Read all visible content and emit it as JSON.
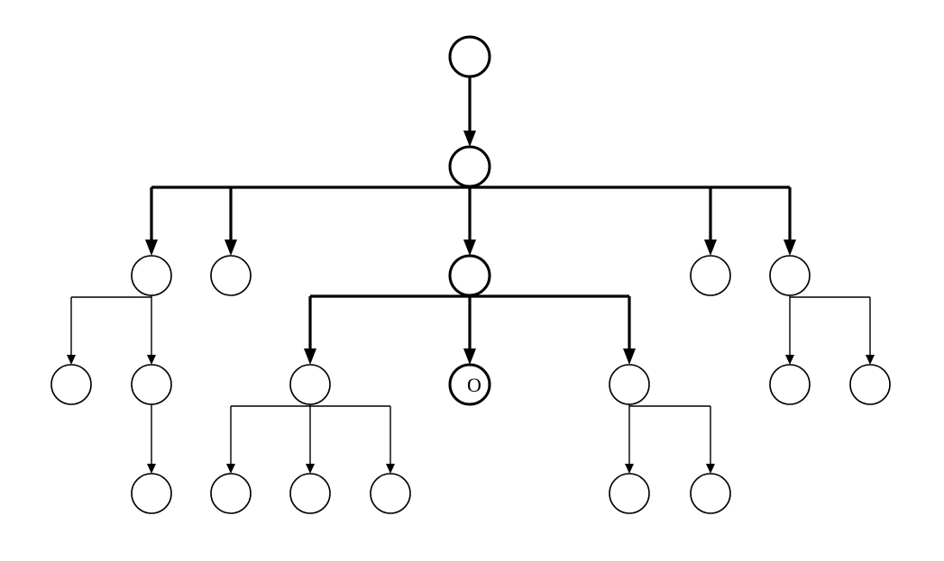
{
  "diagram": {
    "type": "tree",
    "colors": {
      "stroke": "#000000",
      "fill": "#ffffff"
    },
    "nodes": [
      {
        "id": "root",
        "label": "",
        "emphasis": true
      },
      {
        "id": "n1",
        "label": "",
        "emphasis": true
      },
      {
        "id": "a",
        "label": "",
        "emphasis": false
      },
      {
        "id": "b",
        "label": "",
        "emphasis": false
      },
      {
        "id": "c",
        "label": "",
        "emphasis": true
      },
      {
        "id": "d",
        "label": "",
        "emphasis": false
      },
      {
        "id": "e",
        "label": "",
        "emphasis": false
      },
      {
        "id": "a1",
        "label": "",
        "emphasis": false
      },
      {
        "id": "a2",
        "label": "",
        "emphasis": false
      },
      {
        "id": "c1",
        "label": "",
        "emphasis": false
      },
      {
        "id": "c2",
        "label": "O",
        "emphasis": true
      },
      {
        "id": "c3",
        "label": "",
        "emphasis": false
      },
      {
        "id": "e1",
        "label": "",
        "emphasis": false
      },
      {
        "id": "e2",
        "label": "",
        "emphasis": false
      },
      {
        "id": "a2x",
        "label": "",
        "emphasis": false
      },
      {
        "id": "c1a",
        "label": "",
        "emphasis": false
      },
      {
        "id": "c1b",
        "label": "",
        "emphasis": false
      },
      {
        "id": "c1c",
        "label": "",
        "emphasis": false
      },
      {
        "id": "c3a",
        "label": "",
        "emphasis": false
      },
      {
        "id": "c3b",
        "label": "",
        "emphasis": false
      }
    ],
    "edges": [
      {
        "from": "root",
        "to": "n1",
        "emphasis": true
      },
      {
        "from": "n1",
        "to": "a",
        "emphasis": true
      },
      {
        "from": "n1",
        "to": "b",
        "emphasis": true
      },
      {
        "from": "n1",
        "to": "c",
        "emphasis": true
      },
      {
        "from": "n1",
        "to": "d",
        "emphasis": true
      },
      {
        "from": "n1",
        "to": "e",
        "emphasis": true
      },
      {
        "from": "a",
        "to": "a1",
        "emphasis": false
      },
      {
        "from": "a",
        "to": "a2",
        "emphasis": false
      },
      {
        "from": "c",
        "to": "c1",
        "emphasis": true
      },
      {
        "from": "c",
        "to": "c2",
        "emphasis": true
      },
      {
        "from": "c",
        "to": "c3",
        "emphasis": true
      },
      {
        "from": "e",
        "to": "e1",
        "emphasis": false
      },
      {
        "from": "e",
        "to": "e2",
        "emphasis": false
      },
      {
        "from": "a2",
        "to": "a2x",
        "emphasis": false
      },
      {
        "from": "c1",
        "to": "c1a",
        "emphasis": false
      },
      {
        "from": "c1",
        "to": "c1b",
        "emphasis": false
      },
      {
        "from": "c1",
        "to": "c1c",
        "emphasis": false
      },
      {
        "from": "c3",
        "to": "c3a",
        "emphasis": false
      },
      {
        "from": "c3",
        "to": "c3b",
        "emphasis": false
      }
    ]
  }
}
